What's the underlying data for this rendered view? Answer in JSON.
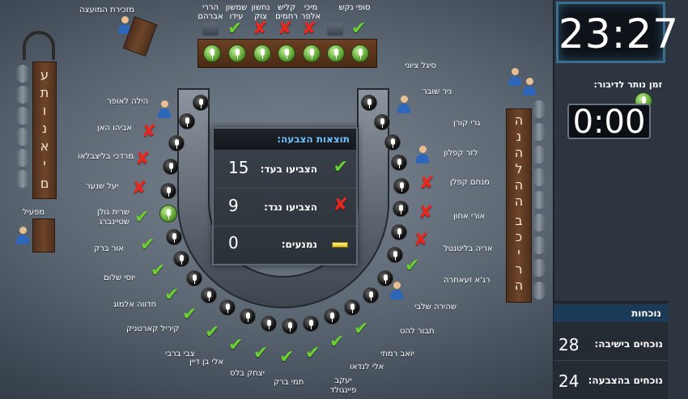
{
  "clock": "23:27",
  "speaking": {
    "label": "זמן נותר לדיבור:",
    "time": "0:00"
  },
  "present": {
    "title": "נוכחות",
    "in_session_label": "נוכחים בישיבה:",
    "in_session_count": "28",
    "voting_label": "נוכחים בהצבעה:",
    "voting_count": "24"
  },
  "results": {
    "title": "תוצאות הצבעה:",
    "for_label": "הצביעו בעד:",
    "for_count": "15",
    "against_label": "הצביעו נגד:",
    "against_count": "9",
    "abstain_label": "נמנעים:",
    "abstain_count": "0"
  },
  "roles": {
    "secretary": "מזכירת המועצה",
    "operator": "מפעיל"
  },
  "left_board_letters": [
    "ע",
    "ת",
    "ו",
    "נ",
    "א",
    "י",
    "ם"
  ],
  "right_board_letters": [
    "ה",
    "נ",
    "ה",
    "ל",
    "ה",
    "ה",
    "ב",
    "כ",
    "י",
    "ר",
    "ה"
  ],
  "top_names": [
    "הררי אברהם",
    "שמשון עידו",
    "נחשון צוק",
    "קליש רחמים",
    "מיכי אלפר",
    "סופי נקש"
  ],
  "left_names": [
    "הילה לאופר",
    "אביהו האן",
    "מרדכי בליצבלאו",
    "יעל שנער",
    "שרית גולן שטיינברג",
    "אור ברק",
    "יוסי שלום",
    "חדווה אלמוג",
    "קיריל קארטניק",
    "צבי ברבי",
    "אלי בן דיין",
    "יצחק בלס",
    "תמי ברק"
  ],
  "right_names": [
    "סיגל ציוני",
    "ניר שובר",
    "גרי קורן",
    "לזר קפלון",
    "מנחם קפלן",
    "אורי אחון",
    "אריה בליטנטל",
    "רג'א זעאתרה",
    "שהירה שלבי",
    "תבור להט",
    "יואב רמתי",
    "אלי לנדאו",
    "יעקב פיינגולד"
  ]
}
